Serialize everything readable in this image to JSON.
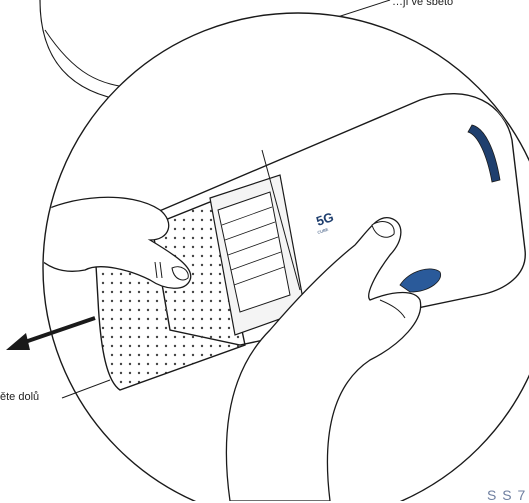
{
  "labels": {
    "top_fragment": "…jí ve sběto",
    "left_instruction": "ěte dolů",
    "corner_mark": "S S 7"
  },
  "device": {
    "logo_text": "5G",
    "logo_subtext": "CUBE"
  },
  "icons": [
    "arrow-left-icon"
  ],
  "colors": {
    "outline": "#1a1a1a",
    "accent": "#1f3f6e",
    "background": "#ffffff"
  }
}
